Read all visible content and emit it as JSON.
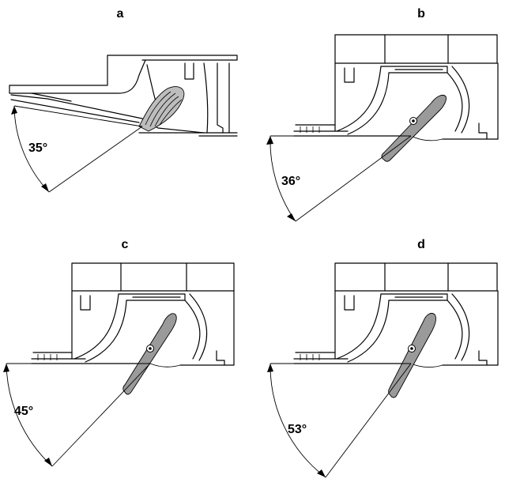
{
  "panels": [
    {
      "id": "a",
      "label": "a",
      "angle_text": "35°",
      "angle_deg": 35
    },
    {
      "id": "b",
      "label": "b",
      "angle_text": "36°",
      "angle_deg": 36
    },
    {
      "id": "c",
      "label": "c",
      "angle_text": "45°",
      "angle_deg": 45
    },
    {
      "id": "d",
      "label": "d",
      "angle_text": "53°",
      "angle_deg": 53
    }
  ]
}
